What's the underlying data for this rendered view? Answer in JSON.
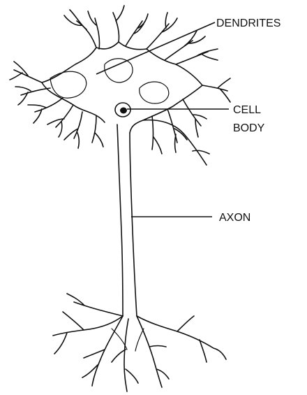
{
  "labels": {
    "dendrites": "DENDRITES",
    "cell_body_line1": "CELL",
    "cell_body_line2": "BODY",
    "axon": "AXON"
  },
  "colors": {
    "ink": "#111111",
    "background": "#ffffff"
  }
}
